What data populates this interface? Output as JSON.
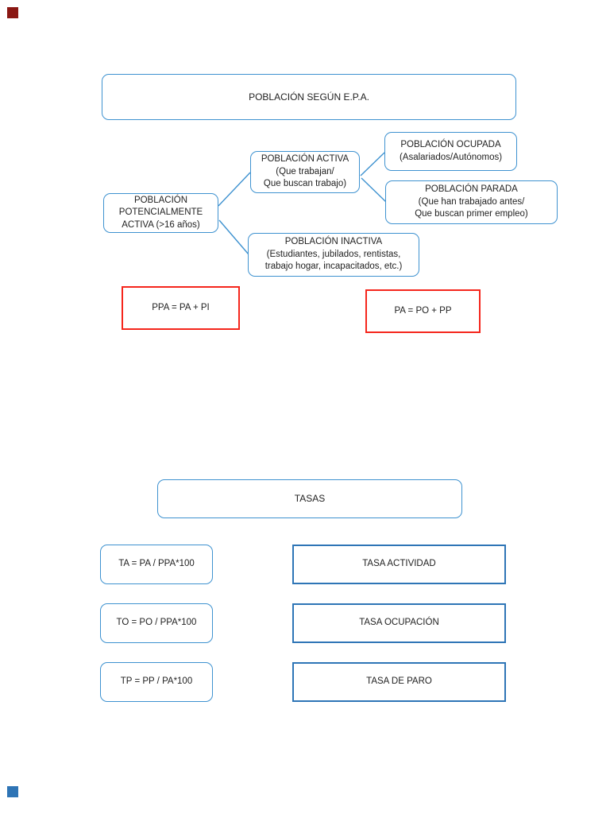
{
  "colors": {
    "rounded_box_border": "#3e92d0",
    "rect_box_border": "#2e75b6",
    "formula_box_border": "#f5261c",
    "text": "#1f1f1f",
    "corner_mark_top_left": "#8a1713",
    "corner_mark_bottom_left": "#2e74b5"
  },
  "header": {
    "title": "POBLACIÓN SEGÚN E.P.A."
  },
  "tree": {
    "potentially_active": "POBLACIÓN\nPOTENCIALMENTE\nACTIVA (>16 años)",
    "active": "POBLACIÓN ACTIVA\n(Que trabajan/\nQue buscan trabajo)",
    "employed": "POBLACIÓN OCUPADA\n(Asalariados/Autónomos)",
    "unemployed": "POBLACIÓN PARADA\n(Que han trabajado antes/\nQue buscan primer empleo)",
    "inactive": "POBLACIÓN INACTIVA\n(Estudiantes, jubilados, rentistas,\ntrabajo hogar, incapacitados, etc.)"
  },
  "formulas": {
    "ppa": "PPA = PA + PI",
    "pa": "PA = PO + PP"
  },
  "rates": {
    "title": "TASAS",
    "rows": [
      {
        "formula": "TA = PA / PPA*100",
        "label": "TASA ACTIVIDAD"
      },
      {
        "formula": "TO = PO / PPA*100",
        "label": "TASA OCUPACIÓN"
      },
      {
        "formula": "TP = PP / PA*100",
        "label": "TASA DE PARO"
      }
    ]
  }
}
